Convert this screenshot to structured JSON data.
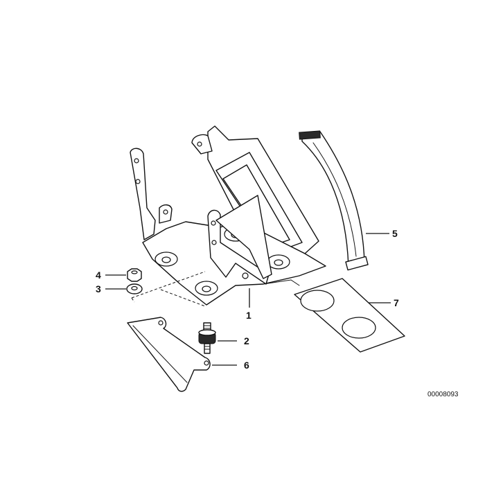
{
  "callouts": {
    "c1": "1",
    "c2": "2",
    "c3": "3",
    "c4": "4",
    "c5": "5",
    "c6": "6",
    "c7": "7"
  },
  "reference_number": "00008093"
}
